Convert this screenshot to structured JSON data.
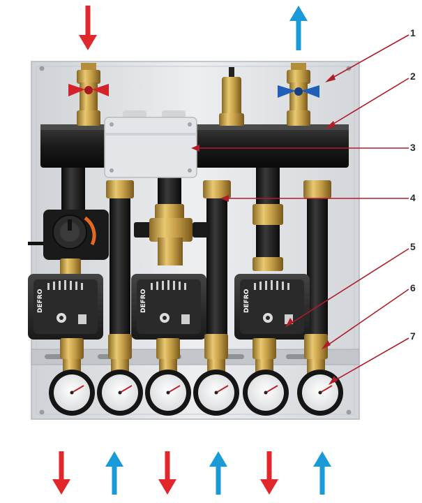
{
  "flow_arrows": {
    "top": [
      {
        "direction": "down",
        "color": "#e1262c"
      },
      {
        "direction": "up",
        "color": "#1a9ad7"
      }
    ],
    "bottom": [
      {
        "direction": "down",
        "color": "#e1262c"
      },
      {
        "direction": "up",
        "color": "#1a9ad7"
      },
      {
        "direction": "down",
        "color": "#e1262c"
      },
      {
        "direction": "up",
        "color": "#1a9ad7"
      },
      {
        "direction": "down",
        "color": "#e1262c"
      },
      {
        "direction": "up",
        "color": "#1a9ad7"
      }
    ]
  },
  "callouts": [
    "1",
    "2",
    "3",
    "4",
    "5",
    "6",
    "7"
  ],
  "pumps": [
    {
      "brand": "DEFRO"
    },
    {
      "brand": "DEFRO"
    },
    {
      "brand": "DEFRO"
    }
  ],
  "colors": {
    "leader_line": "#b01c2a",
    "panel": "#dfe1e4",
    "pipe": "#1c1c1c",
    "brass": "#c9a24a",
    "valve_red": "#d2232a",
    "valve_blue": "#1f5fb8"
  },
  "gauge_count": 6
}
